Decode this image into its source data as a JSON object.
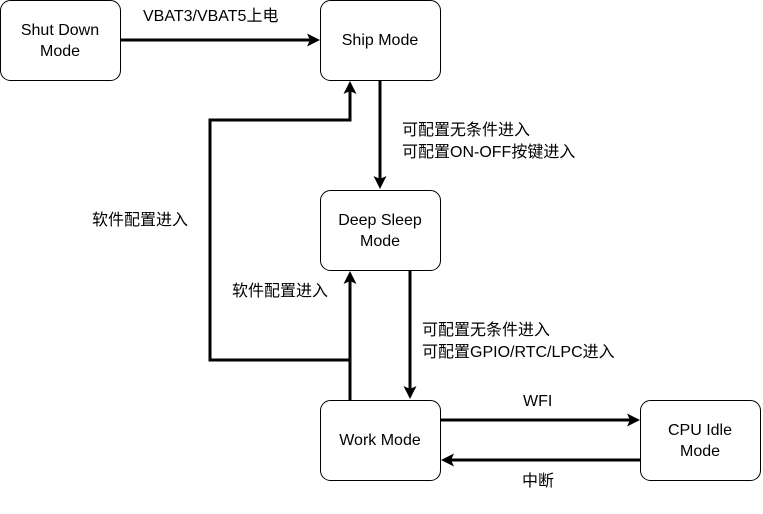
{
  "nodes": {
    "shutdown": {
      "line1": "Shut Down",
      "line2": "Mode"
    },
    "ship": {
      "line1": "Ship Mode"
    },
    "deepsleep": {
      "line1": "Deep Sleep",
      "line2": "Mode"
    },
    "work": {
      "line1": "Work Mode"
    },
    "cpuidle": {
      "line1": "CPU Idle",
      "line2": "Mode"
    }
  },
  "edges": {
    "shutdown_to_ship": {
      "label": "VBAT3/VBAT5上电"
    },
    "ship_to_deepsleep": {
      "line1": "可配置无条件进入",
      "line2": "可配置ON-OFF按键进入"
    },
    "deepsleep_to_work": {
      "line1": "可配置无条件进入",
      "line2": "可配置GPIO/RTC/LPC进入"
    },
    "work_to_ship": {
      "label": "软件配置进入"
    },
    "work_to_deepsleep": {
      "label": "软件配置进入"
    },
    "work_to_cpuidle": {
      "label": "WFI"
    },
    "cpuidle_to_work": {
      "label": "中断"
    }
  }
}
